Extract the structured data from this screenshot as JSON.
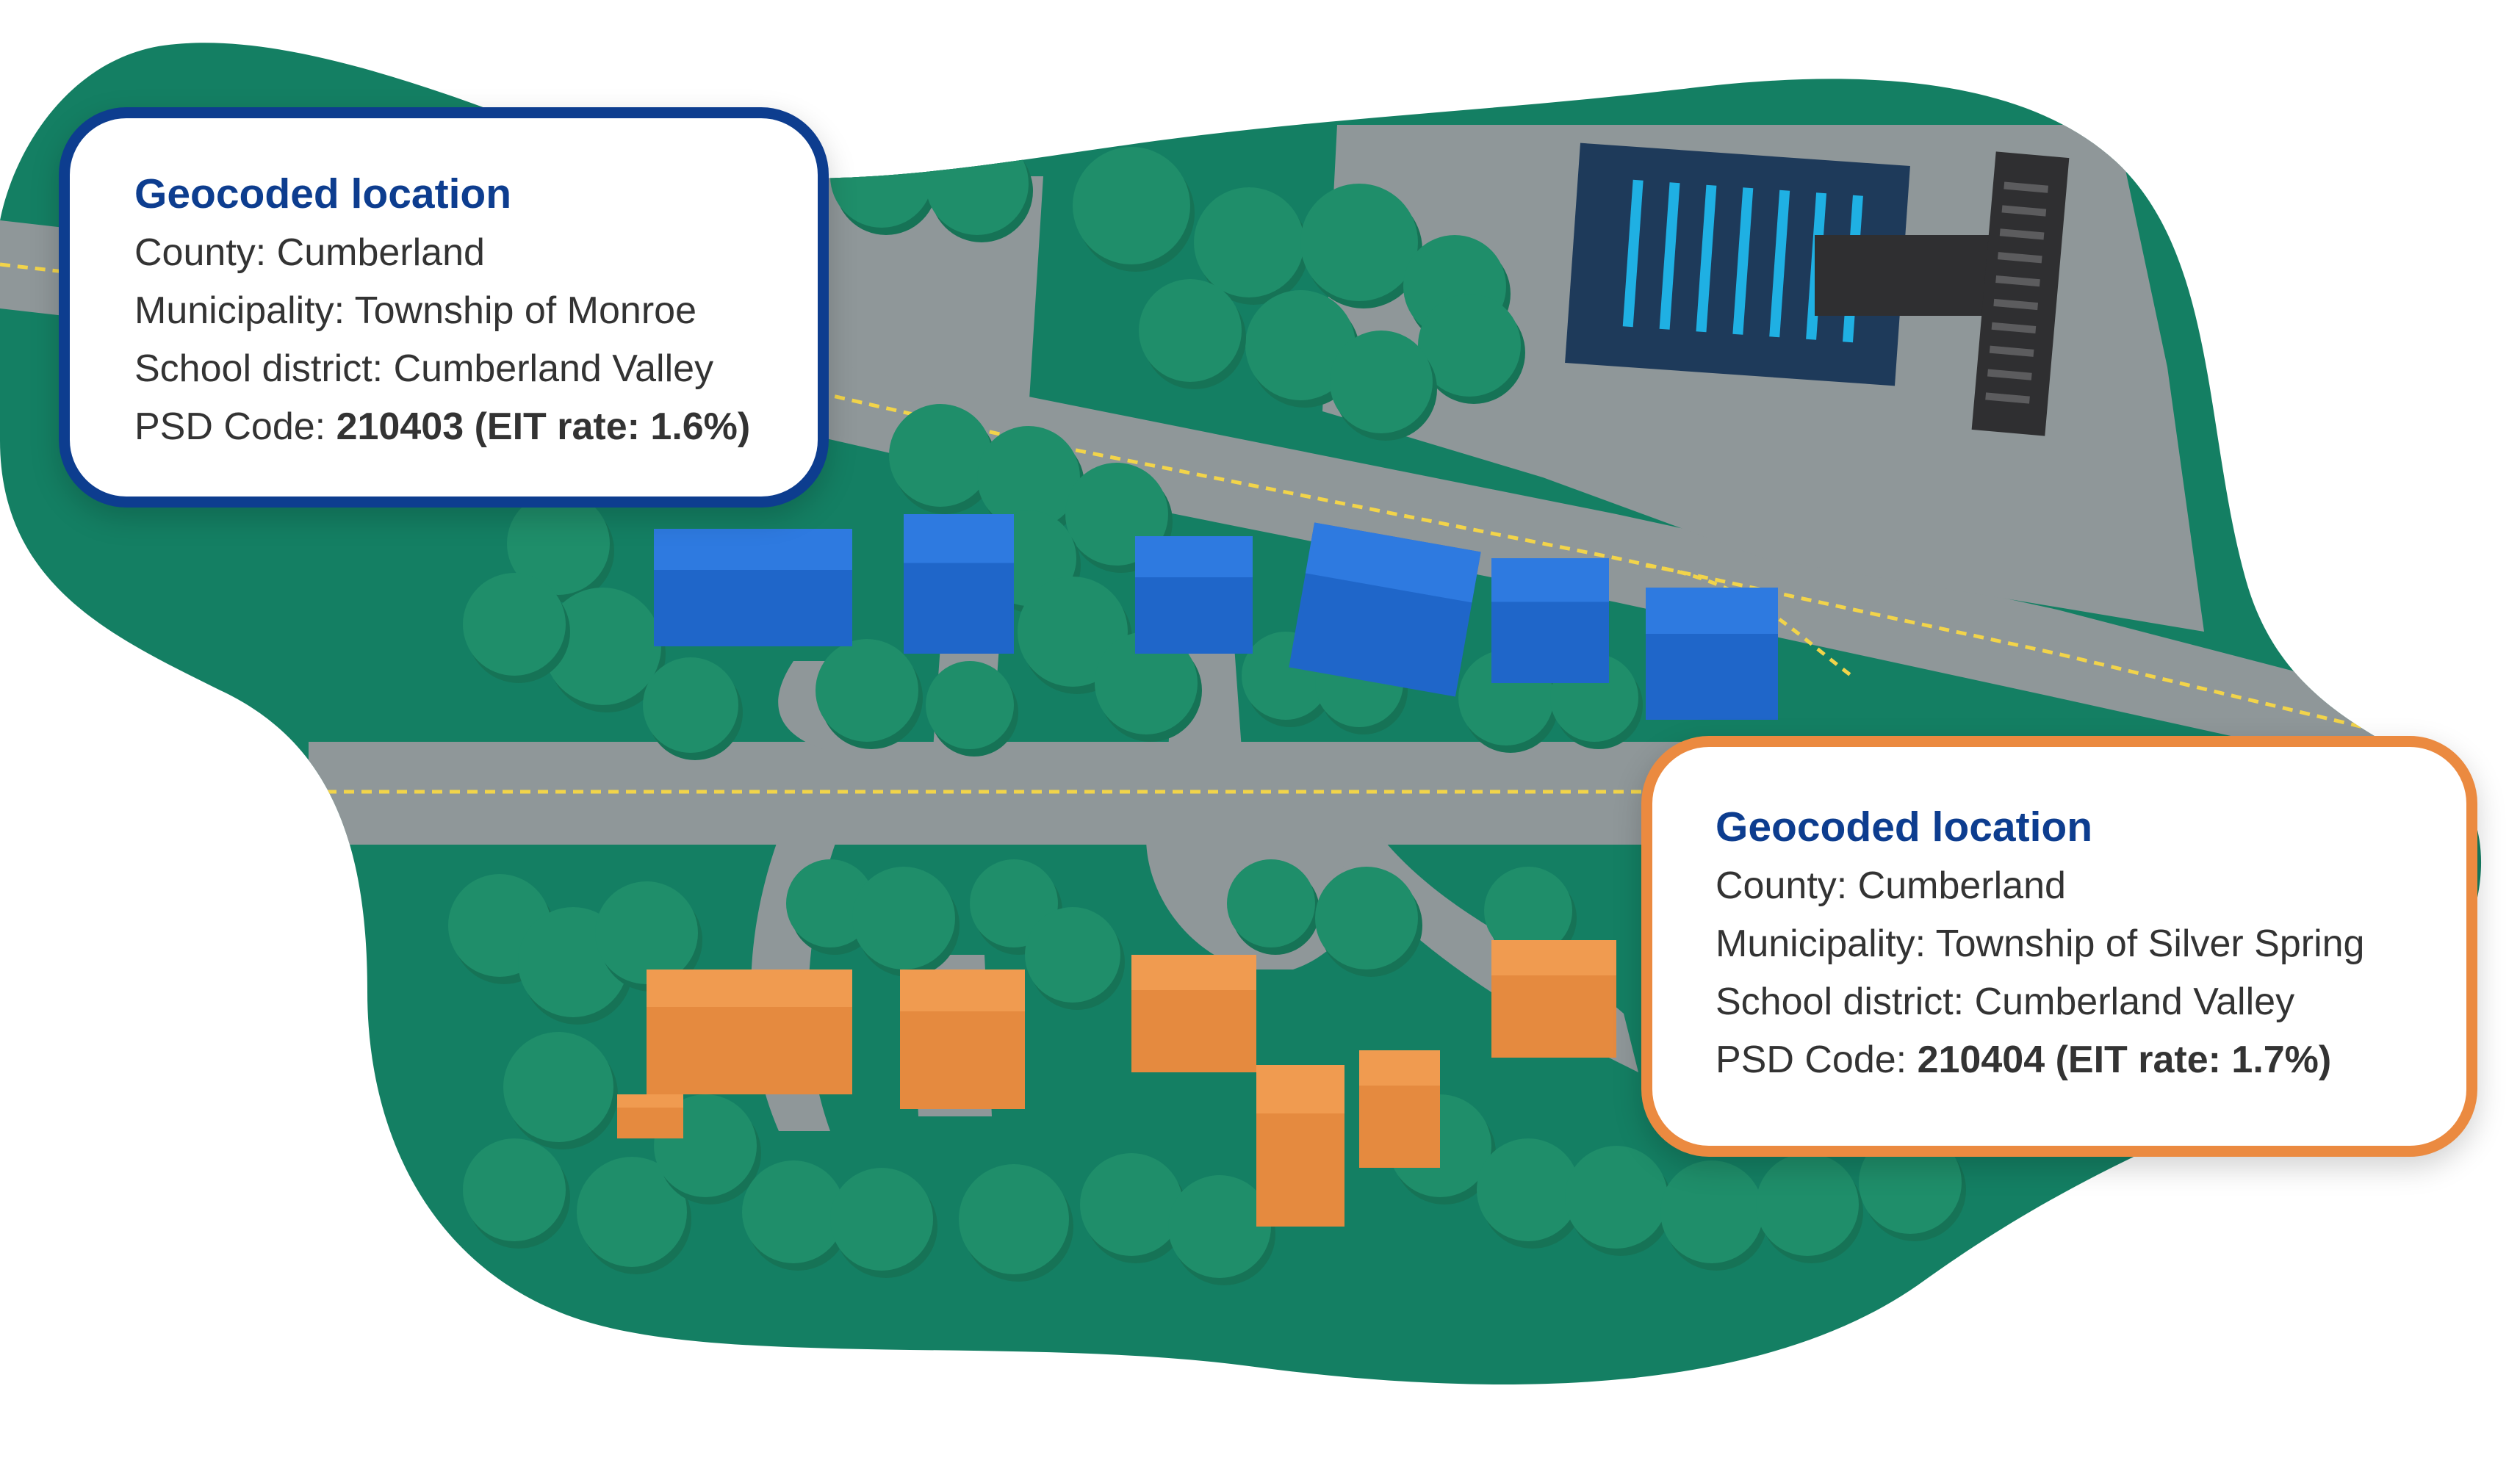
{
  "map": {
    "colors": {
      "land": "#147f63",
      "land_dark": "#0f6c52",
      "road": "#8f9799",
      "road_line": "#f2d44a",
      "tree": "#1f8e6a",
      "tree_dark": "#167356",
      "monroe_buildings": "#1f66c9",
      "silver_spring_buildings": "#e58a3f",
      "school_roof": "#1e3a5a",
      "school_panel": "#1fb0e3",
      "school_wing": "#2f2f31"
    }
  },
  "callouts": [
    {
      "id": "monroe",
      "accent": "#0d3d8f",
      "title": "Geocoded location",
      "county_label": "County:",
      "county": "Cumberland",
      "municipality_label": "Municipality:",
      "municipality": "Township of Monroe",
      "school_district_label": "School district:",
      "school_district": "Cumberland Valley",
      "psd_label": "PSD Code:",
      "psd_code": "210403",
      "eit_rate": "(EIT rate: 1.6%)"
    },
    {
      "id": "silver-spring",
      "accent": "#eb8a40",
      "title": "Geocoded location",
      "county_label": "County:",
      "county": "Cumberland",
      "municipality_label": "Municipality:",
      "municipality": "Township of Silver Spring",
      "school_district_label": "School district:",
      "school_district": "Cumberland Valley",
      "psd_label": "PSD Code:",
      "psd_code": "210404",
      "eit_rate": "(EIT rate: 1.7%)"
    }
  ]
}
